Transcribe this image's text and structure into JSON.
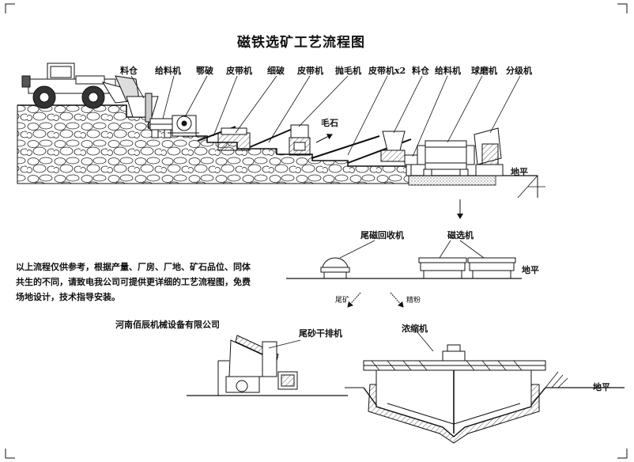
{
  "title": "磁铁选矿工艺流程图",
  "equipment_labels": {
    "bin_1": "料仓",
    "feeder_1": "给料机",
    "jaw_crusher": "鄂破",
    "belt_1": "皮带机",
    "fine_crusher": "细破",
    "belt_2": "皮带机",
    "waste_separator": "抛毛机",
    "belt_x2": "皮带机x2",
    "bin_2": "料仓",
    "feeder_2": "给料机",
    "ball_mill": "球磨机",
    "classifier": "分级机"
  },
  "waste_rock": "毛石",
  "ground_labels": {
    "ground_1": "地平",
    "ground_2": "地平",
    "ground_3": "地平"
  },
  "recovery_labels": {
    "tailings_recovery": "尾磁回收机",
    "magnetic_separator": "磁选机"
  },
  "flow_labels": {
    "tailings": "尾矿",
    "concentrate": "精粉"
  },
  "final_labels": {
    "dewatering_screen": "尾砂干排机",
    "thickener": "浓缩机"
  },
  "note": "以上流程仅供参考，根据产量、厂房、厂地、矿石品位、同体共生的不同，请致电我公司可提供更详细的工艺流程图，免费场地设计，技术指导安装。",
  "company": "河南佰辰机械设备有限公司"
}
